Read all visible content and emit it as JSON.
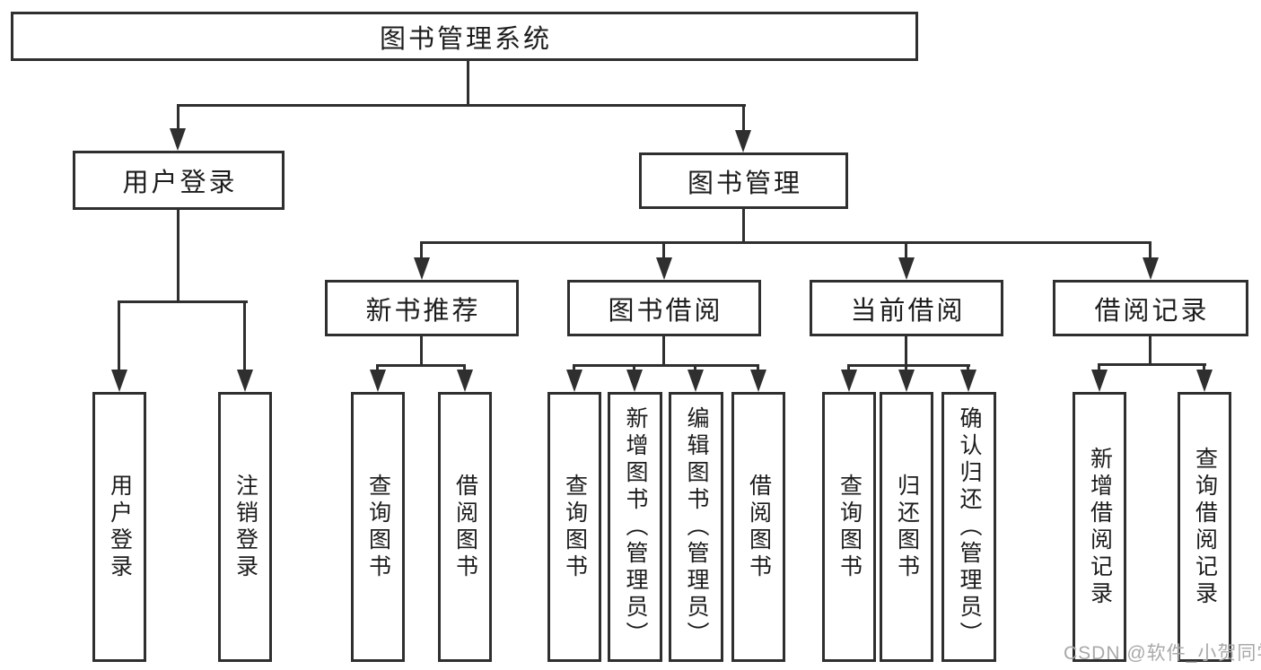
{
  "tree": {
    "root": {
      "label": "图书管理系统"
    },
    "level2": [
      {
        "label": "用户登录",
        "children": [
          {
            "label": "用户登录"
          },
          {
            "label": "注销登录"
          }
        ]
      },
      {
        "label": "图书管理"
      }
    ],
    "level3": [
      {
        "label": "新书推荐",
        "children": [
          {
            "label": "查询图书"
          },
          {
            "label": "借阅图书"
          }
        ]
      },
      {
        "label": "图书借阅",
        "children": [
          {
            "label": "查询图书"
          },
          {
            "label": "新增图书（管理员）"
          },
          {
            "label": "编辑图书（管理员）"
          },
          {
            "label": "借阅图书"
          }
        ]
      },
      {
        "label": "当前借阅",
        "children": [
          {
            "label": "查询图书"
          },
          {
            "label": "归还图书"
          },
          {
            "label": "确认归还（管理员）"
          }
        ]
      },
      {
        "label": "借阅记录",
        "children": [
          {
            "label": "新增借阅记录"
          },
          {
            "label": "查询借阅记录"
          }
        ]
      }
    ]
  },
  "watermark": {
    "text": "CSDN @软件_小贺同学"
  },
  "colors": {
    "line": "#2f2f2f",
    "text": "#1c1c1c",
    "watermark": "#a9a9a9",
    "background": "#ffffff"
  }
}
